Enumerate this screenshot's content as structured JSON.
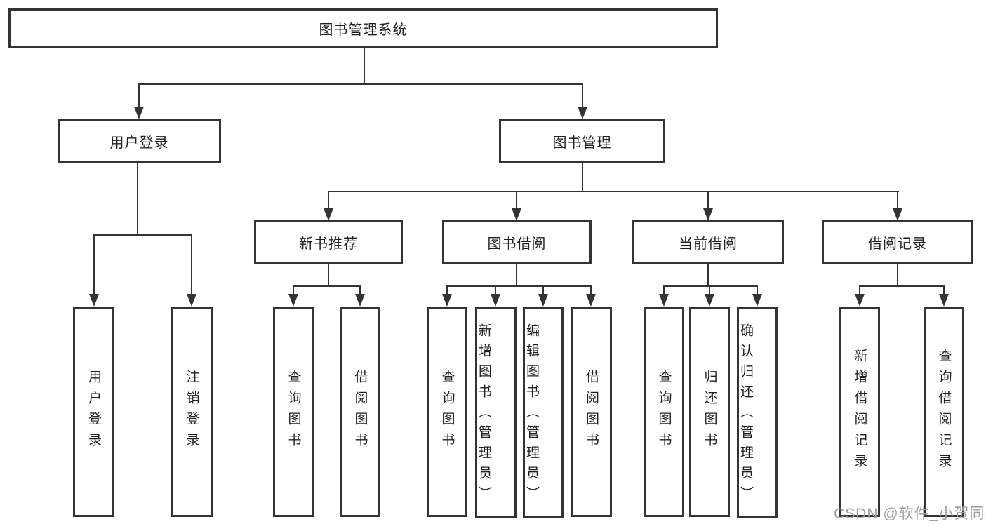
{
  "diagram": {
    "root": {
      "label": "图书管理系统"
    },
    "branches": [
      {
        "label": "用户登录",
        "children": [
          {
            "label": "用户登录"
          },
          {
            "label": "注销登录"
          }
        ]
      },
      {
        "label": "图书管理",
        "children": [
          {
            "label": "新书推荐",
            "children": [
              {
                "label": "查询图书"
              },
              {
                "label": "借阅图书"
              }
            ]
          },
          {
            "label": "图书借阅",
            "children": [
              {
                "label": "查询图书"
              },
              {
                "label": "新增图书（管理员）"
              },
              {
                "label": "编辑图书（管理员）"
              },
              {
                "label": "借阅图书"
              }
            ]
          },
          {
            "label": "当前借阅",
            "children": [
              {
                "label": "查询图书"
              },
              {
                "label": "归还图书"
              },
              {
                "label": "确认归还（管理员）"
              }
            ]
          },
          {
            "label": "借阅记录",
            "children": [
              {
                "label": "新增借阅记录"
              },
              {
                "label": "查询借阅记录"
              }
            ]
          }
        ]
      }
    ]
  },
  "watermark": {
    "text": "CSDN @软件_小贺同学"
  },
  "colors": {
    "line": "#333333",
    "text": "#1f1f1f",
    "background": "#ffffff",
    "watermark": "#9e9e9e"
  }
}
